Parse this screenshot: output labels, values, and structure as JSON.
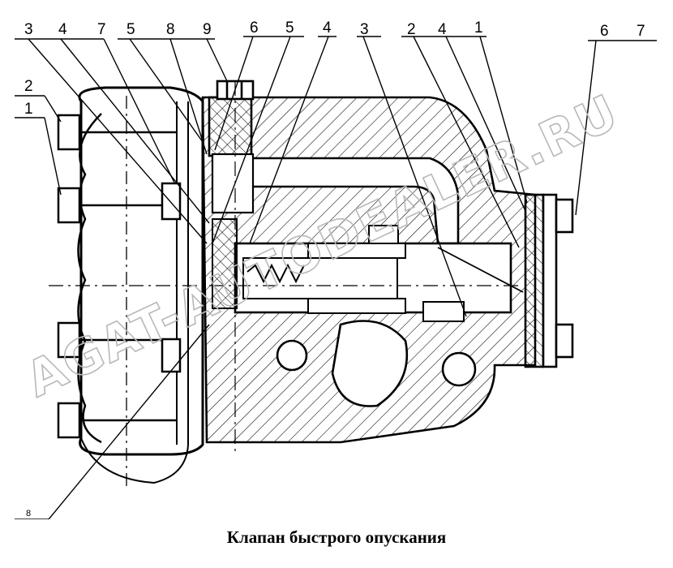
{
  "caption": "Клапан быстрого опускания",
  "watermark": "AGAT-AUTODEALER.RU",
  "callouts": {
    "left_top": [
      "3",
      "4",
      "7",
      "5",
      "8",
      "9",
      "6",
      "5",
      "4",
      "3",
      "2",
      "4",
      "1"
    ],
    "right_top": [
      "6",
      "7"
    ],
    "left_side": [
      "2",
      "1"
    ],
    "bottom": "8"
  }
}
